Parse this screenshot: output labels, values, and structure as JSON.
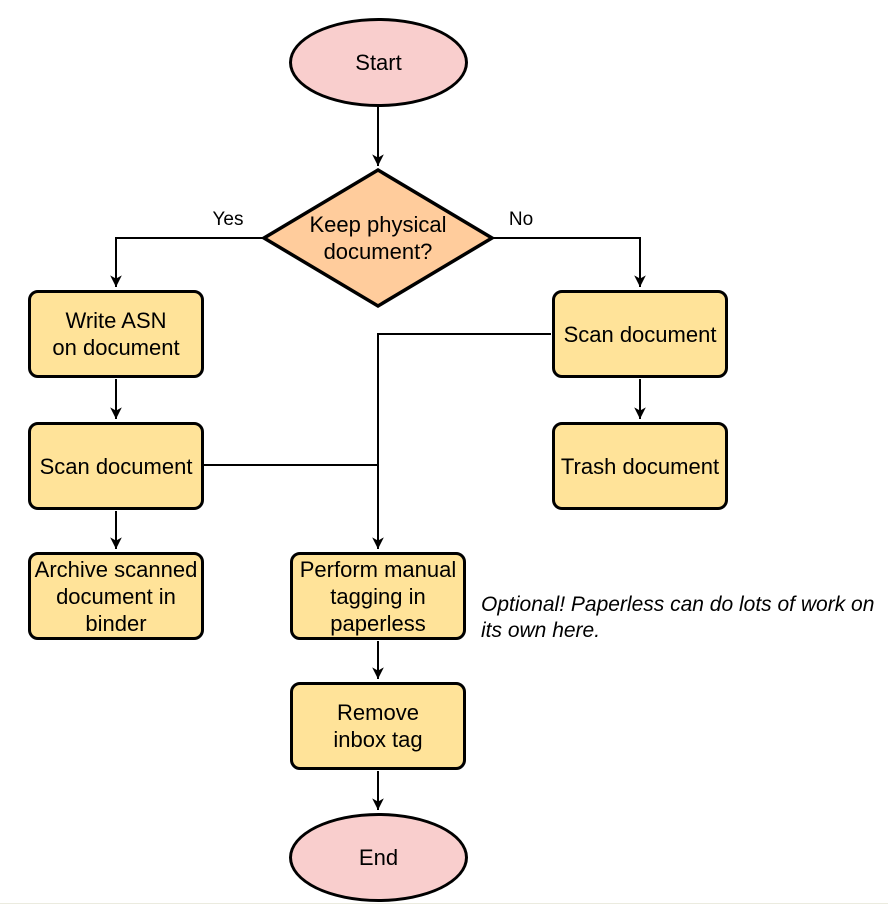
{
  "diagram": {
    "nodes": {
      "start": {
        "label": "Start",
        "type": "terminal"
      },
      "decision": {
        "label": "Keep physical\ndocument?",
        "type": "decision"
      },
      "write_asn": {
        "label": "Write ASN\non document",
        "type": "process"
      },
      "scan_left": {
        "label": "Scan document",
        "type": "process"
      },
      "archive": {
        "label": "Archive scanned\ndocument in\nbinder",
        "type": "process"
      },
      "scan_right": {
        "label": "Scan document",
        "type": "process"
      },
      "trash": {
        "label": "Trash document",
        "type": "process"
      },
      "tagging": {
        "label": "Perform manual\ntagging in\npaperless",
        "type": "process"
      },
      "remove_inbox": {
        "label": "Remove\ninbox tag",
        "type": "process"
      },
      "end": {
        "label": "End",
        "type": "terminal"
      }
    },
    "edge_labels": {
      "yes": "Yes",
      "no": "No"
    },
    "annotation": "Optional! Paperless can do lots of work on\nits own here.",
    "colors": {
      "terminal_fill": "#f9cecd",
      "decision_fill": "#ffcc9c",
      "process_fill": "#ffe399",
      "stroke": "#000000"
    }
  }
}
